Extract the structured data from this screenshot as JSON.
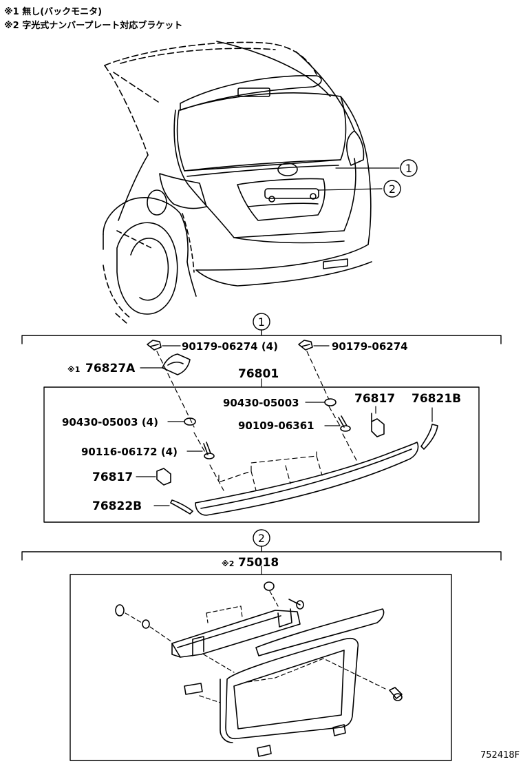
{
  "notes": [
    "※1 無し(バックモニタ)",
    "※2 字光式ナンバープレート対応ブラケット"
  ],
  "callouts": {
    "one": "1",
    "two": "2"
  },
  "section1": {
    "parts": {
      "p1": "90179-06274 (4)",
      "p2": "90179-06274",
      "p3_mark": "※1",
      "p3": "76827A",
      "assy": "76801",
      "p4": "90430-05003",
      "p5": "76817",
      "p6": "76821B",
      "p7": "90430-05003 (4)",
      "p8": "90109-06361",
      "p9": "90116-06172 (4)",
      "p10": "76817",
      "p11": "76822B"
    }
  },
  "section2": {
    "mark": "※2",
    "part": "75018"
  },
  "figure_id": "752418F"
}
